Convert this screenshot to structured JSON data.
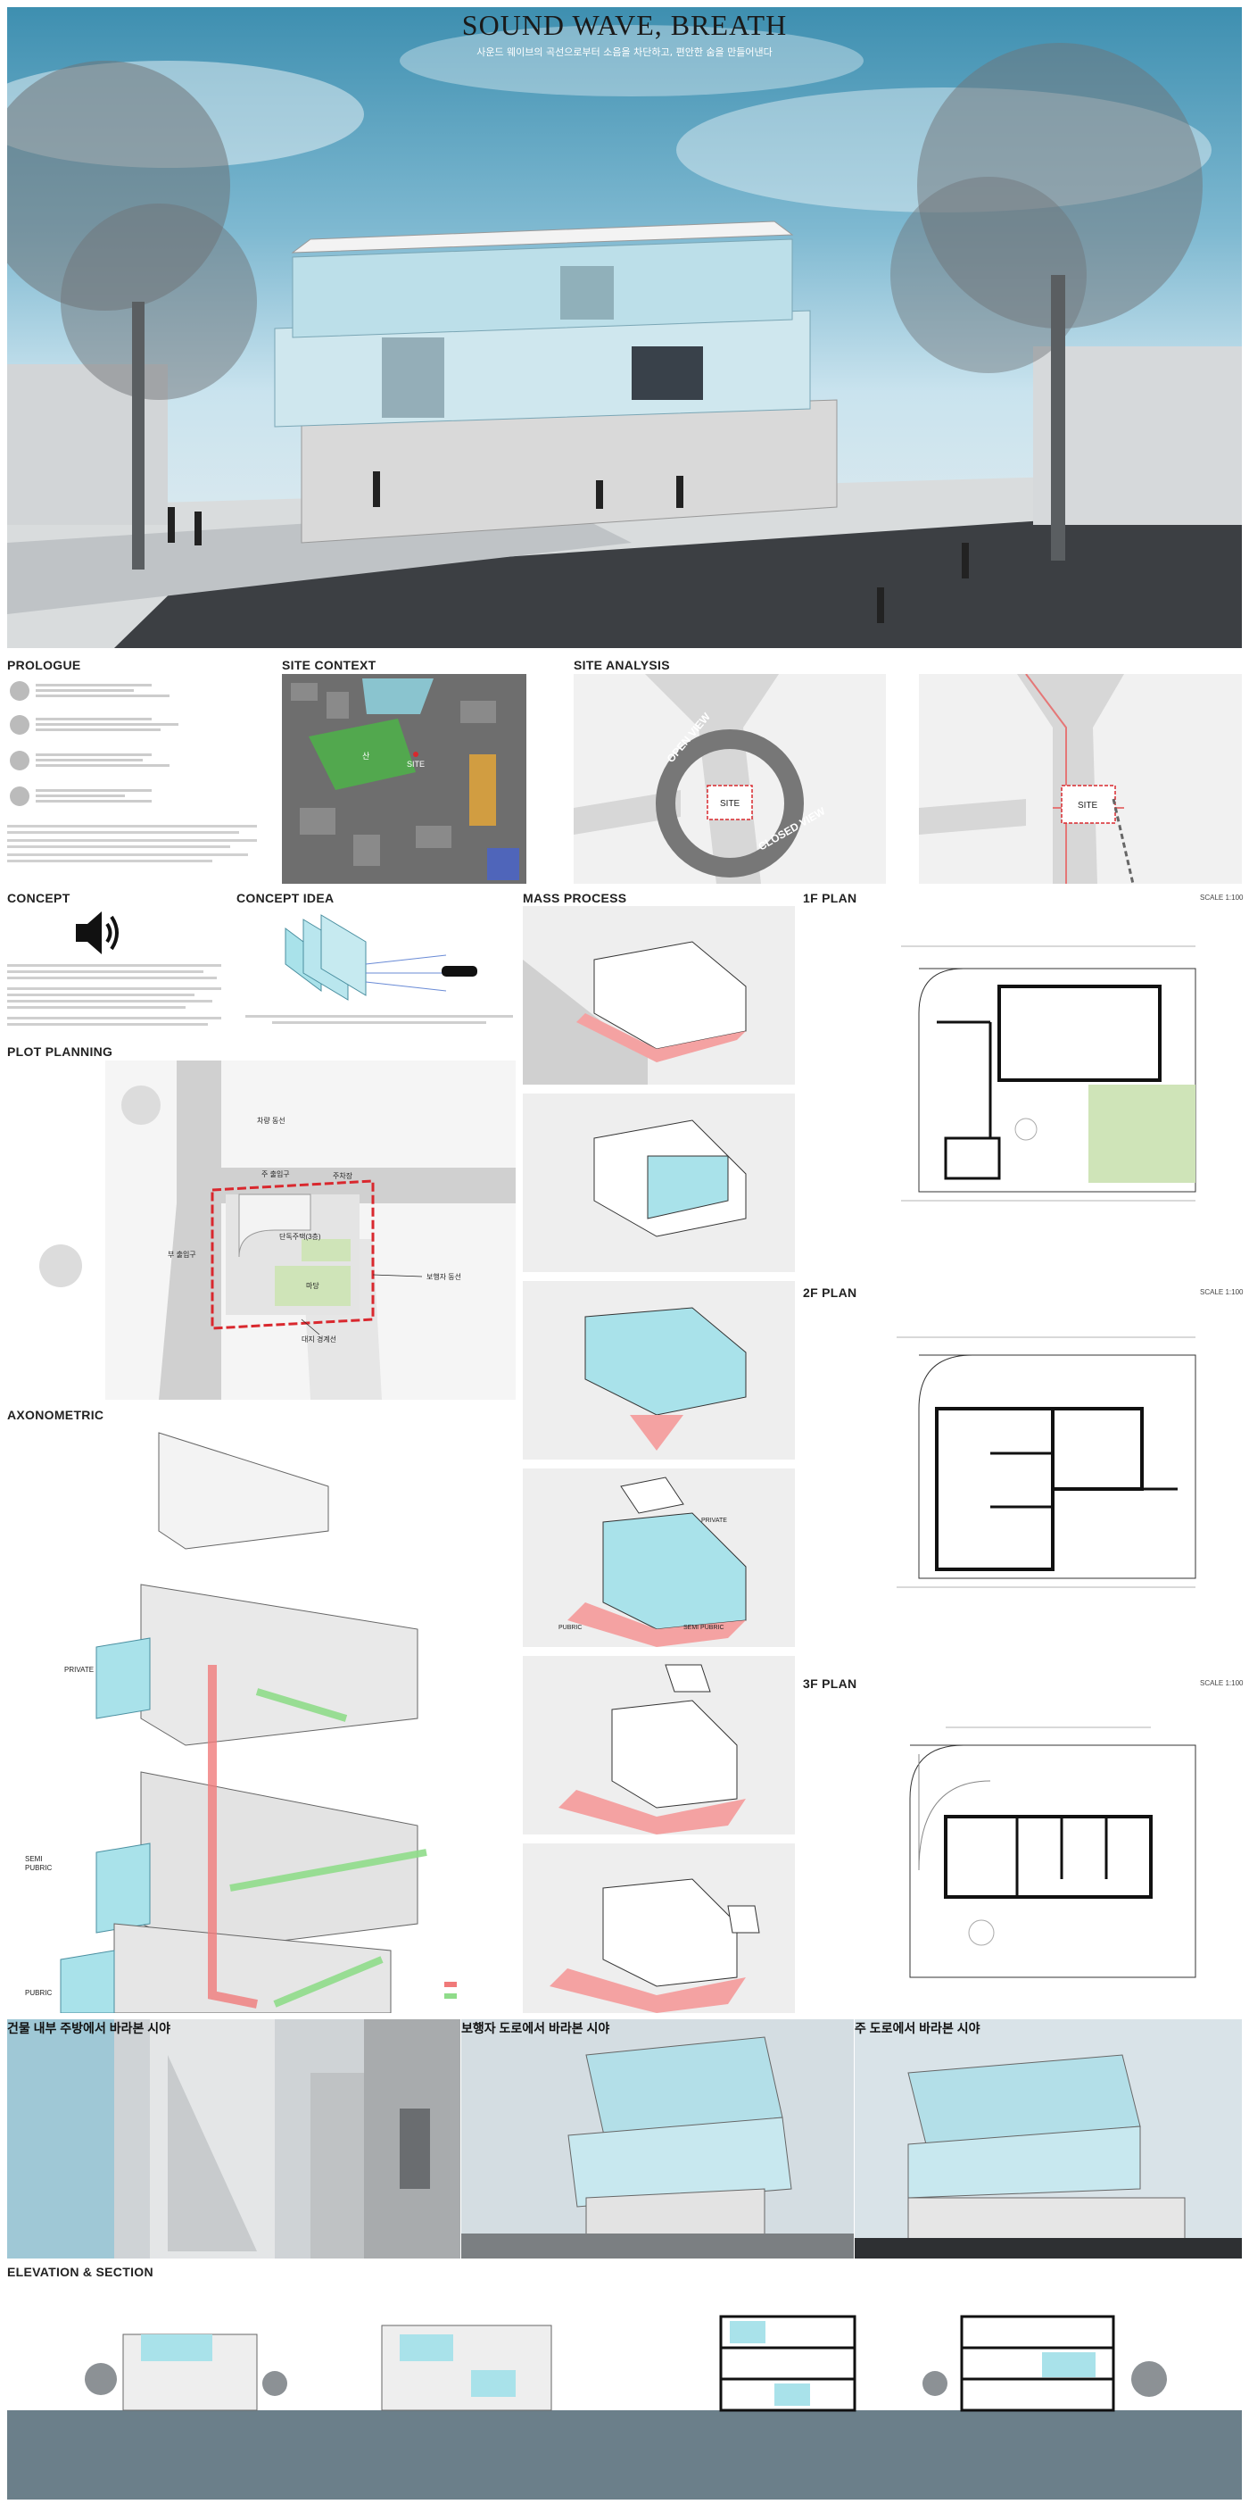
{
  "header": {
    "title": "SOUND WAVE, BREATH",
    "subtitle": "사운드 웨이브의 곡선으로부터 소음을 차단하고, 편안한 숨을 만들어낸다"
  },
  "sections": {
    "prologue": "PROLOGUE",
    "site_context": "SITE CONTEXT",
    "site_analysis": "SITE ANALYSIS",
    "concept": "CONCEPT",
    "concept_idea": "CONCEPT IDEA",
    "mass_process": "MASS PROCESS",
    "plan_1f": "1F PLAN",
    "plan_2f": "2F PLAN",
    "plan_3f": "3F PLAN",
    "plot_planning": "PLOT PLANNING",
    "axonometric": "AXONOMETRIC",
    "elevation_section": "ELEVATION & SECTION"
  },
  "site_context": {
    "labels": [
      "산",
      "SITE"
    ]
  },
  "site_analysis": {
    "ring_open": "OPEN VIEW",
    "ring_closed": "CLOSED VIEW",
    "site_label": "SITE",
    "site_label_2": "SITE"
  },
  "plot": {
    "labels": {
      "entrance_main": "주 출입구",
      "entrance_sub": "부 출입구",
      "parking": "주차장",
      "car_flow": "차량 동선",
      "pedestrian_flow": "보행자 동선",
      "boundary": "대지 경계선",
      "residential": "단독주택(3층)",
      "yard": "마당"
    }
  },
  "axon": {
    "private": "PRIVATE",
    "semi": "SEMI",
    "semi2": "PUBRIC",
    "public": "PUBRIC"
  },
  "mass": {
    "tag_private": "PRIVATE",
    "tag_public": "PUBRIC",
    "tag_semi": "SEMI PUBRIC"
  },
  "plans": {
    "scale": "SCALE 1:100"
  },
  "views": {
    "v1": "건물 내부 주방에서 바라본 시야",
    "v2": "보행자 도로에서 바라본 시야",
    "v3": "주 도로에서 바라본 시야"
  },
  "colors": {
    "accent_red": "#d9282e",
    "glass_cyan": "#a9e2ea",
    "yard_green": "#cfe4b8",
    "path_green": "#8fdc8a",
    "path_red": "#f07a7a"
  }
}
